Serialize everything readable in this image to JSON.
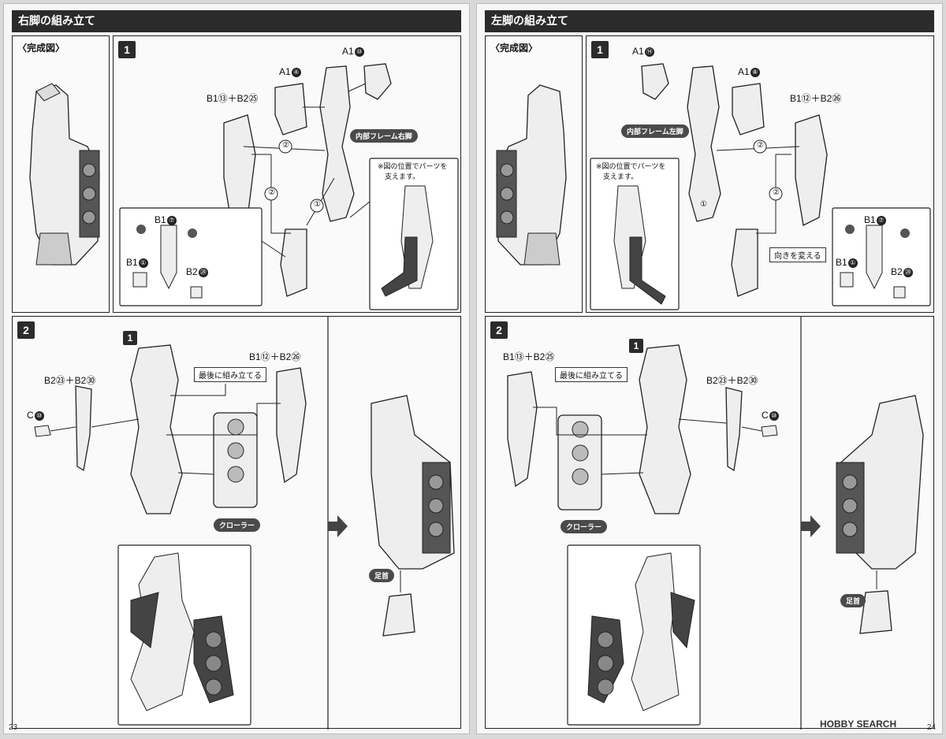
{
  "pages": [
    {
      "title": "右脚の組み立て",
      "page_number": "23",
      "complete_label": "〈完成図〉",
      "step1_badge": "1",
      "step2_badge": "2",
      "step1": {
        "parts": {
          "a1": "A1",
          "a1_num": "⑩",
          "a1b": "A1",
          "a1b_num": "④",
          "b1b2": "B1⑬＋B2㉕",
          "b1": "B1",
          "b1_num": "⑦",
          "b1b": "B1",
          "b1b_num": "①",
          "b2": "B2",
          "b2_num": "㉙"
        },
        "frame_tag": "内部フレーム右脚",
        "note": "※図の位置でパーツを\n　支えます。",
        "circle1": "①",
        "circle2a": "②",
        "circle2b": "②"
      },
      "step2": {
        "sub_badge": "1",
        "last_tag": "最後に組み立てる",
        "b1b2": "B1⑫＋B2㉖",
        "b2b2": "B2㉓＋B2㉚",
        "c": "C",
        "c_num": "⑩",
        "crawler_tag": "クローラー",
        "ankle_tag": "足首"
      }
    },
    {
      "title": "左脚の組み立て",
      "page_number": "24",
      "complete_label": "〈完成図〉",
      "step1_badge": "1",
      "step2_badge": "2",
      "step1": {
        "parts": {
          "a1": "A1",
          "a1_num": "⑭",
          "a1b": "A1",
          "a1b_num": "⑧",
          "b1b2": "B1⑫＋B2㉖",
          "b1": "B1",
          "b1_num": "⑦",
          "b1b": "B1",
          "b1b_num": "①",
          "b2": "B2",
          "b2_num": "㉙"
        },
        "frame_tag": "内部フレーム左脚",
        "note": "※図の位置でパーツを\n　支えます。",
        "turn_tag": "向きを変える",
        "circle1": "①",
        "circle2a": "②",
        "circle2b": "②"
      },
      "step2": {
        "sub_badge": "1",
        "last_tag": "最後に組み立てる",
        "b1b2": "B1⑬＋B2㉕",
        "b2b2": "B2㉓＋B2㉚",
        "c": "C",
        "c_num": "⑩",
        "crawler_tag": "クローラー",
        "ankle_tag": "足首"
      }
    }
  ],
  "watermark": "HOBBY SEARCH",
  "colors": {
    "header_bg": "#2b2b2b",
    "tag_bg": "#4a4a4a",
    "dark_part": "#444444",
    "page_bg": "#f7f7f7"
  }
}
